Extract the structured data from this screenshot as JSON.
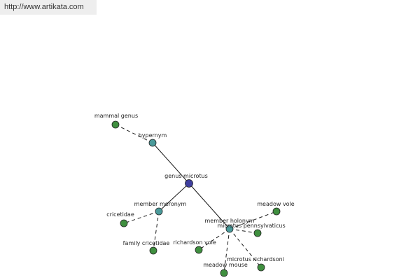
{
  "source_link": "http://www.artikata.com",
  "colors": {
    "root": "#3f3f9f",
    "relation": "#4a9a9a",
    "term": "#3f8f3f"
  },
  "nodes": [
    {
      "id": "genus-microtus",
      "label": "genus microtus",
      "kind": "root"
    },
    {
      "id": "hypernym",
      "label": "hypernym",
      "kind": "relation"
    },
    {
      "id": "mammal-genus",
      "label": "mammal genus",
      "kind": "term"
    },
    {
      "id": "member-meronym",
      "label": "member meronym",
      "kind": "relation"
    },
    {
      "id": "cricetidae",
      "label": "cricetidae",
      "kind": "term"
    },
    {
      "id": "family-cricetidae",
      "label": "family cricetidae",
      "kind": "term"
    },
    {
      "id": "member-holonym",
      "label": "member holonym",
      "kind": "relation"
    },
    {
      "id": "meadow-vole",
      "label": "meadow vole",
      "kind": "term"
    },
    {
      "id": "microtus-pennsylvaticus",
      "label": "microtus pennsylvaticus",
      "kind": "term"
    },
    {
      "id": "richardson-vole",
      "label": "richardson vole",
      "kind": "term"
    },
    {
      "id": "meadow-mouse",
      "label": "meadow mouse",
      "kind": "term"
    },
    {
      "id": "microtus-richardsoni",
      "label": "microtus richardsoni",
      "kind": "term"
    }
  ],
  "edges": [
    {
      "from": "genus-microtus",
      "to": "hypernym",
      "style": "solid"
    },
    {
      "from": "genus-microtus",
      "to": "member-meronym",
      "style": "solid"
    },
    {
      "from": "genus-microtus",
      "to": "member-holonym",
      "style": "solid"
    },
    {
      "from": "hypernym",
      "to": "mammal-genus",
      "style": "dashed"
    },
    {
      "from": "member-meronym",
      "to": "cricetidae",
      "style": "dashed"
    },
    {
      "from": "member-meronym",
      "to": "family-cricetidae",
      "style": "dashed"
    },
    {
      "from": "member-holonym",
      "to": "meadow-vole",
      "style": "dashed"
    },
    {
      "from": "member-holonym",
      "to": "microtus-pennsylvaticus",
      "style": "dashed"
    },
    {
      "from": "member-holonym",
      "to": "richardson-vole",
      "style": "dashed"
    },
    {
      "from": "member-holonym",
      "to": "meadow-mouse",
      "style": "dashed"
    },
    {
      "from": "member-holonym",
      "to": "microtus-richardsoni",
      "style": "dashed"
    }
  ]
}
